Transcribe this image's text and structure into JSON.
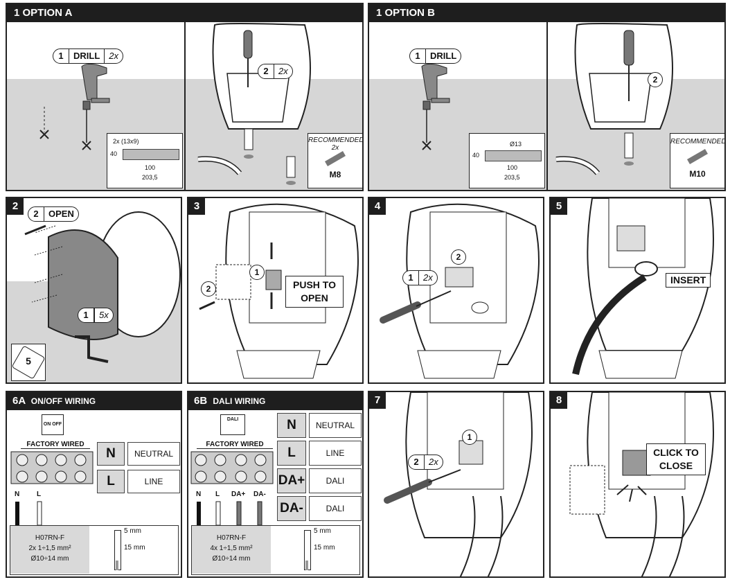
{
  "panel_1a": {
    "header": "1  OPTION A",
    "step_drill": {
      "number": "1",
      "label": "DRILL",
      "count": "2x"
    },
    "step_screw": {
      "number": "2",
      "count": "2x"
    },
    "dimensions": {
      "holes": "2x (13x9)",
      "height": "40",
      "spacing": "100",
      "width": "203,5"
    },
    "screw_box": {
      "title": "RECOMMENDED",
      "count": "2x",
      "size": "M8"
    }
  },
  "panel_1b": {
    "header": "1  OPTION B",
    "step_drill": {
      "number": "1",
      "label": "DRILL"
    },
    "step_screw": {
      "number": "2"
    },
    "dimensions": {
      "hole": "Ø13",
      "height": "40",
      "spacing": "100",
      "width": "203,5"
    },
    "screw_box": {
      "title": "RECOMMENDED",
      "size": "M10"
    }
  },
  "panel_2": {
    "number": "2",
    "step_open": {
      "number": "2",
      "label": "OPEN"
    },
    "step_key": {
      "number": "1",
      "count": "5x"
    },
    "hex_size": "5"
  },
  "panel_3": {
    "number": "3",
    "callout": "PUSH TO OPEN",
    "step_1": "1",
    "step_2": "2"
  },
  "panel_4": {
    "number": "4",
    "step_1": {
      "number": "1",
      "count": "2x"
    },
    "step_2": "2"
  },
  "panel_5": {
    "number": "5",
    "callout": "INSERT"
  },
  "panel_6a": {
    "number": "6A",
    "title": "ON/OFF WIRING",
    "icon_text": "ON OFF",
    "factory_wired": "FACTORY WIRED",
    "wires": [
      "N",
      "L"
    ],
    "legend": [
      {
        "key": "N",
        "value": "NEUTRAL"
      },
      {
        "key": "L",
        "value": "LINE"
      }
    ],
    "cable": {
      "type": "H07RN-F",
      "section": "2x 1÷1,5 mm²",
      "diameter": "Ø10÷14 mm"
    },
    "strip": {
      "short": "5 mm",
      "long": "15 mm"
    }
  },
  "panel_6b": {
    "number": "6B",
    "title": "DALI WIRING",
    "icon_text": "DALI",
    "factory_wired": "FACTORY WIRED",
    "wires": [
      "N",
      "L",
      "DA+",
      "DA-"
    ],
    "legend": [
      {
        "key": "N",
        "value": "NEUTRAL"
      },
      {
        "key": "L",
        "value": "LINE"
      },
      {
        "key": "DA+",
        "value": "DALI"
      },
      {
        "key": "DA-",
        "value": "DALI"
      }
    ],
    "cable": {
      "type": "H07RN-F",
      "section": "4x 1÷1,5 mm²",
      "diameter": "Ø10÷14 mm"
    },
    "strip": {
      "short": "5 mm",
      "long": "15 mm"
    }
  },
  "panel_7": {
    "number": "7",
    "step_1": "1",
    "step_2": {
      "number": "2",
      "count": "2x"
    }
  },
  "panel_8": {
    "number": "8",
    "callout": "CLICK TO CLOSE"
  }
}
